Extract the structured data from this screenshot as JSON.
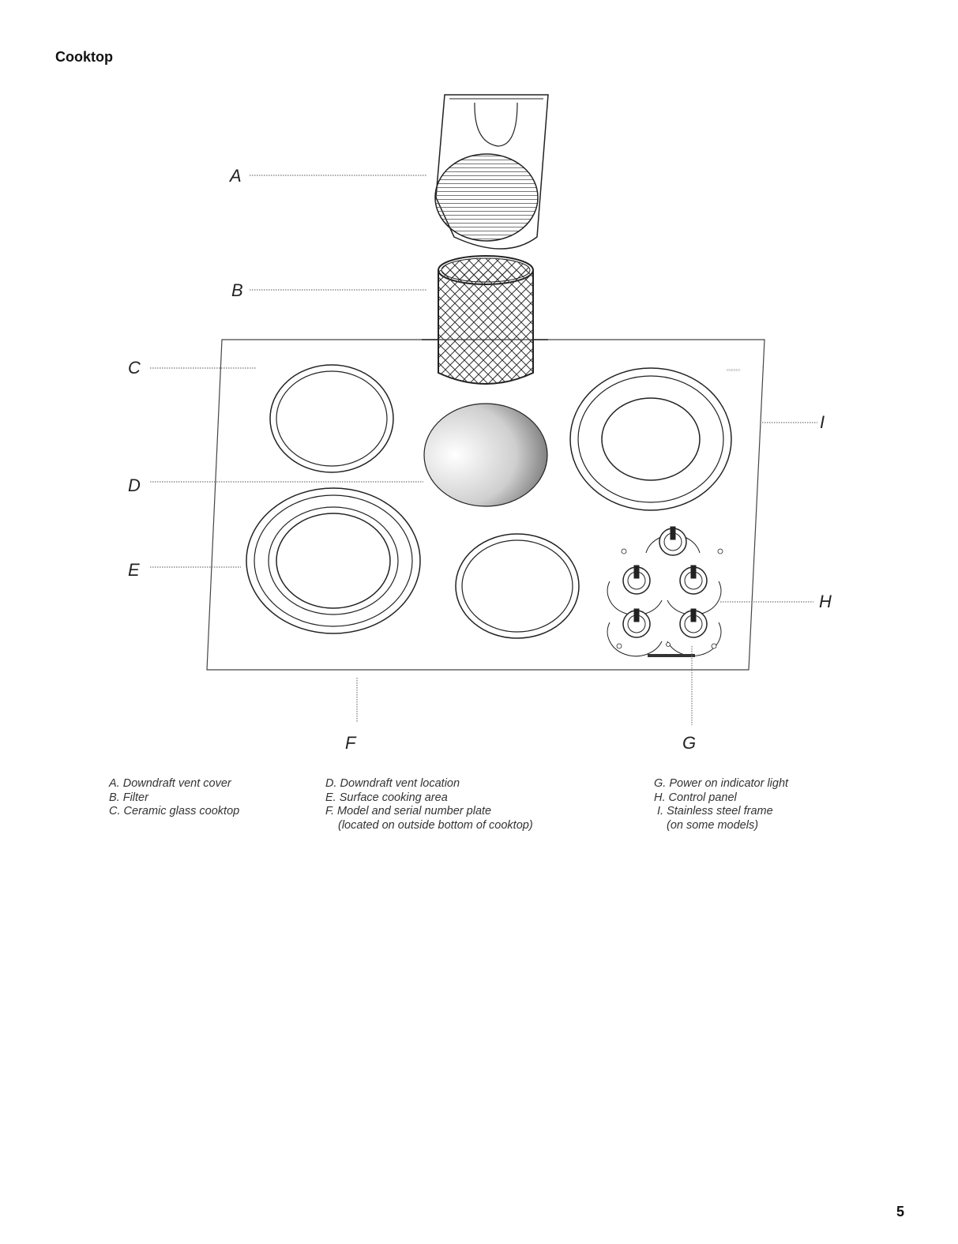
{
  "section_title": "Cooktop",
  "callouts": {
    "A": "A",
    "B": "B",
    "C": "C",
    "D": "D",
    "E": "E",
    "F": "F",
    "G": "G",
    "H": "H",
    "I": "I"
  },
  "legend": {
    "col1": [
      "A. Downdraft vent cover",
      "B. Filter",
      "C. Ceramic glass cooktop"
    ],
    "col2": [
      "D. Downdraft vent location",
      "E. Surface cooking area",
      "F. Model and serial number plate",
      "(located on outside bottom of cooktop)"
    ],
    "col3": [
      "G. Power on indicator light",
      "H. Control panel",
      "I. Stainless steel frame",
      "(on some models)"
    ]
  },
  "page_number": "5"
}
